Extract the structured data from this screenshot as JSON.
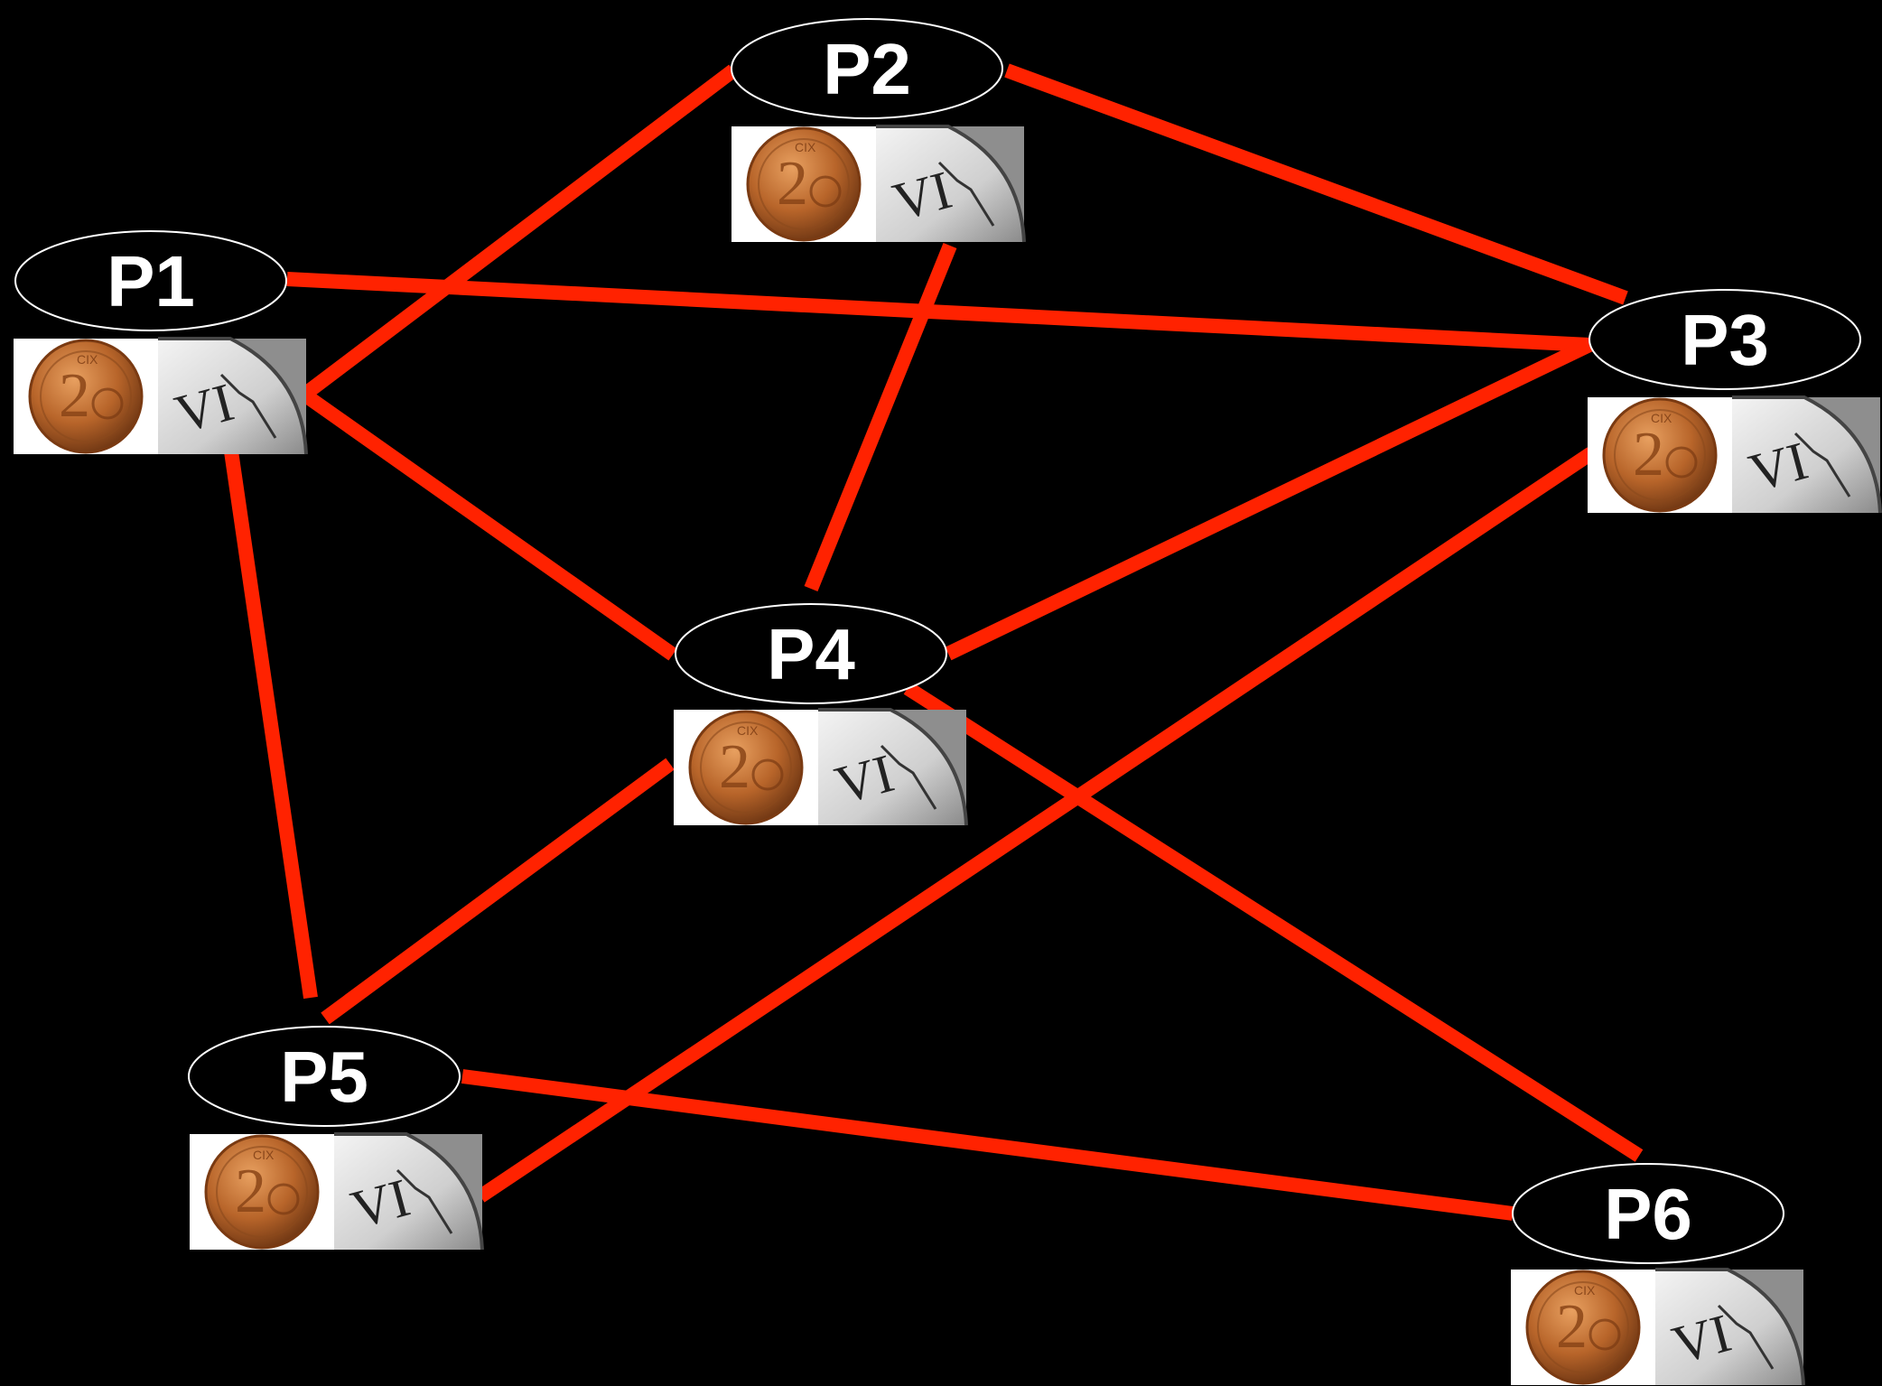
{
  "diagram": {
    "background": "#000000",
    "edge_color": "#ff2200",
    "node_fill": "#000000",
    "node_stroke": "#ffffff",
    "label_color": "#ffffff",
    "nodes": [
      {
        "id": "P1",
        "label": "P1",
        "icons": [
          "coin-2-cent-icon",
          "clock-face-icon"
        ]
      },
      {
        "id": "P2",
        "label": "P2",
        "icons": [
          "coin-2-cent-icon",
          "clock-face-icon"
        ]
      },
      {
        "id": "P3",
        "label": "P3",
        "icons": [
          "coin-2-cent-icon",
          "clock-face-icon"
        ]
      },
      {
        "id": "P4",
        "label": "P4",
        "icons": [
          "coin-2-cent-icon",
          "clock-face-icon"
        ]
      },
      {
        "id": "P5",
        "label": "P5",
        "icons": [
          "coin-2-cent-icon",
          "clock-face-icon"
        ]
      },
      {
        "id": "P6",
        "label": "P6",
        "icons": [
          "coin-2-cent-icon",
          "clock-face-icon"
        ]
      }
    ],
    "edges": [
      {
        "from": "P2",
        "to": "P3"
      },
      {
        "from": "P2",
        "to": "P1"
      },
      {
        "from": "P2",
        "to": "P4"
      },
      {
        "from": "P1",
        "to": "P3"
      },
      {
        "from": "P1",
        "to": "P4"
      },
      {
        "from": "P1",
        "to": "P5"
      },
      {
        "from": "P3",
        "to": "P4"
      },
      {
        "from": "P3",
        "to": "P5"
      },
      {
        "from": "P4",
        "to": "P5"
      },
      {
        "from": "P4",
        "to": "P6"
      },
      {
        "from": "P5",
        "to": "P6"
      }
    ]
  }
}
